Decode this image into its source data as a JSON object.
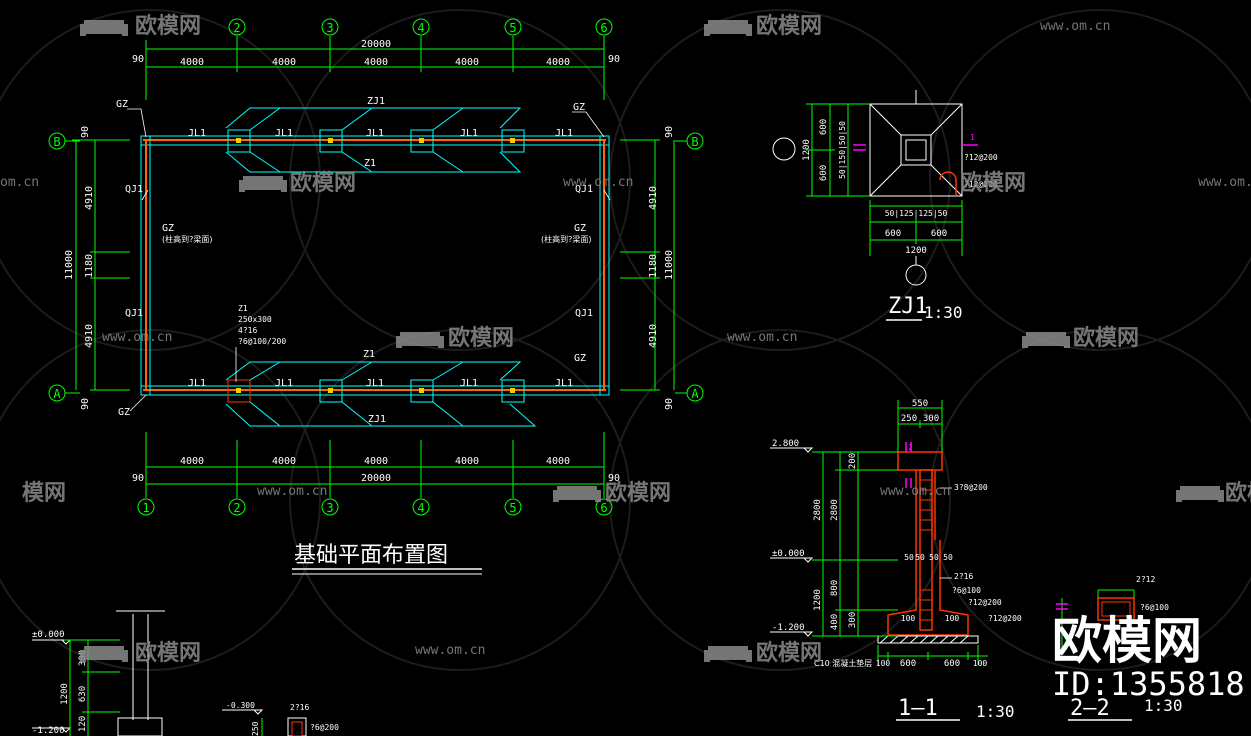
{
  "colors": {
    "bg": "#000000",
    "dim": "#00ff00",
    "beam": "#00ffff",
    "wall": "#ffffff",
    "rebar": "#ff00ff",
    "fill": "#ff3300",
    "label": "#ffffff",
    "watermark": "#8a8a8a"
  },
  "plan": {
    "title": "基础平面布置图",
    "axes_top": [
      "2",
      "3",
      "4",
      "5",
      "6"
    ],
    "axes_bottom": [
      "1",
      "2",
      "3",
      "4",
      "5",
      "6"
    ],
    "axis_b": "B",
    "axis_a": "A",
    "dims_bays": [
      "4000",
      "4000",
      "4000",
      "4000",
      "4000"
    ],
    "dim_total": "20000",
    "dim_edge": "90",
    "dims_left": [
      "4910",
      "1180",
      "4910"
    ],
    "dim_height": "11000",
    "gz": "GZ",
    "gz_note": "(柱高到?梁面)",
    "zj1": "ZJ1",
    "z1": "Z1",
    "jl1": "JL1",
    "qj1": "QJ1",
    "z1_spec": [
      "Z1",
      "250x300",
      "4?16",
      "?6@100/200"
    ]
  },
  "zj1_detail": {
    "title": "ZJ1",
    "scale": "1:30",
    "dims_v": [
      "600",
      "600"
    ],
    "dim_v_total": "1200",
    "dims_v_small": "50|150|50|50",
    "dims_h": [
      "600",
      "600"
    ],
    "dim_h_total": "1200",
    "dims_h_small": "50|125|125|50",
    "rebar1": "?12@200",
    "rebar2": "?12@200",
    "mark": "1"
  },
  "section_11": {
    "title": "1—1",
    "scale": "1:30",
    "dim_top": "550",
    "dims_top": [
      "250",
      "300"
    ],
    "elev_top": "2.800",
    "elev_mid": "±0.000",
    "elev_bot": "-1.200",
    "dims_v": [
      "200",
      "2800",
      "800",
      "400",
      "300",
      "100"
    ],
    "dims_v_outer": [
      "2800",
      "1200"
    ],
    "rebar_a": "3?8@200",
    "rebar_b": "2?16",
    "rebar_c": "?6@100",
    "rebar_d": "?12@200",
    "rebar_e": "?12@200",
    "dims_col": [
      "50",
      "50",
      "50",
      "50"
    ],
    "base_note": "C10 混凝土垫层",
    "dims_base": [
      "100",
      "600",
      "600",
      "100"
    ],
    "dims_pad": [
      "100",
      "100"
    ],
    "mark": "2"
  },
  "section_22": {
    "title": "2—2",
    "scale": "1:30",
    "rebar_a": "2?12",
    "rebar_b": "?6@100"
  },
  "small_section": {
    "elev_top": "±0.000",
    "elev_bot": "-1.200",
    "dims": [
      "300",
      "630",
      "120"
    ],
    "dim_total": "1200"
  },
  "tiny_section": {
    "elev": "-0.300",
    "rebar_a": "2?16",
    "rebar_b": "?6@200",
    "dim": "250"
  },
  "watermarks": {
    "brand": "欧模网",
    "url": "www.om.cn",
    "url_partial": "om.cn",
    "brand_partial": "模网",
    "big_brand": "欧模网",
    "id": "ID:1355818"
  }
}
